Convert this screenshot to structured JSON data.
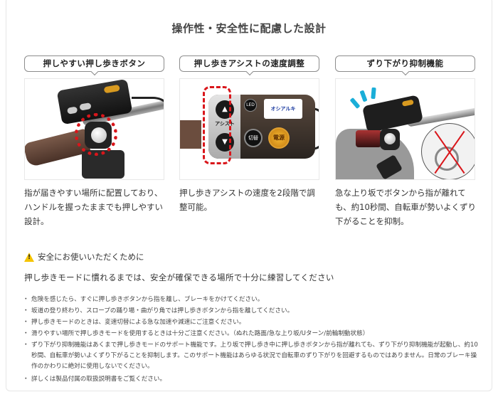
{
  "page": {
    "title": "操作性・安全性に配慮した設計"
  },
  "features": [
    {
      "label": "押しやすい押し歩きボタン",
      "image": "handlebar-push-walk-button-photo",
      "description": "指が届きやすい場所に配置しており、ハンドルを握ったままでも押しやすい設計。"
    },
    {
      "label": "押し歩きアシストの速度調整",
      "image": "assist-control-panel-photo",
      "panel": {
        "assist_label": "アシスト",
        "screen_text": "オシアルキ",
        "switch_label": "切替",
        "power_label": "電源",
        "light_label": "LED"
      },
      "description": "押し歩きアシストの速度を2段階で調整可能。"
    },
    {
      "label": "ずり下がり抑制機能",
      "image": "rollback-suppression-illustration",
      "description": "急な上り坂でボタンから指が離れても、約10秒間、自転車が勢いよくずり下がることを抑制。"
    }
  ],
  "safety": {
    "title": "安全にお使いいただくために",
    "subtitle": "押し歩きモードに慣れるまでは、安全が確保できる場所で十分に練習してください",
    "bullets": [
      "危険を感じたら、すぐに押し歩きボタンから指を離し、ブレーキをかけてください。",
      "坂道の登り終わり、スロープの踊り場・曲がり角では押し歩きボタンから指を離してください。",
      "押し歩きモードのときは、変速切替による急な加速や減速にご注意ください。",
      "滑りやすい場所で押し歩きモードを使用するときは十分ご注意ください。（ぬれた路面/急な上り坂/Uターン/前輪制動状態）",
      "ずり下がり抑制機能はあくまで押し歩きモードのサポート機能です。上り坂で押し歩き中に押し歩きボタンから指が離れても、ずり下がり抑制機能が起動し、約10秒間、自転車が勢いよくずり下がることを抑制します。このサポート機能はあらゆる状況で自転車のずり下がりを回避するものではありません。日常のブレーキ操作のかわりに絶対に使用しないでください。",
      "詳しくは製品付属の取扱説明書をご覧ください。"
    ]
  },
  "colors": {
    "highlight_red": "#d9161b",
    "warning_yellow": "#f5c400",
    "accent_cyan": "#1aaed8",
    "power_amber": "#f5b731"
  }
}
